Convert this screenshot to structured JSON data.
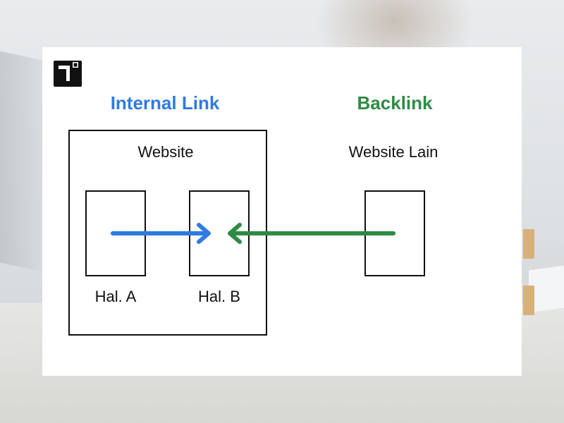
{
  "diagram": {
    "internal_title": "Internal Link",
    "backlink_title": "Backlink",
    "website_label": "Website",
    "other_website_label": "Website Lain",
    "page_a_label": "Hal. A",
    "page_b_label": "Hal. B"
  },
  "colors": {
    "internal": "#2f7be0",
    "backlink": "#2e8b45",
    "stroke": "#111111"
  },
  "icons": {
    "logo": "brand-logo-icon",
    "internal_arrow": "arrow-right-icon",
    "backlink_arrow": "arrow-left-icon"
  }
}
